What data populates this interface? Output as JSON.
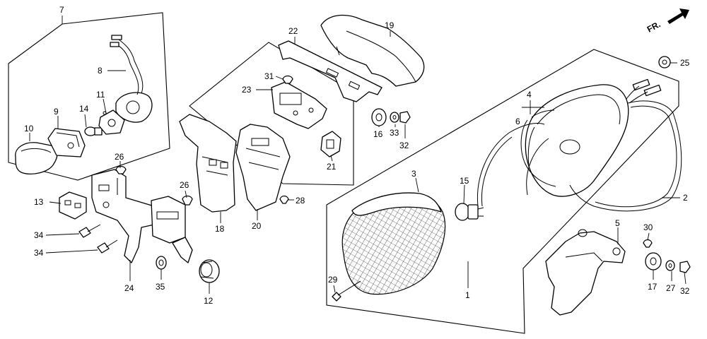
{
  "direction_label": "FR.",
  "part_numbers": {
    "p1": "1",
    "p2": "2",
    "p3": "3",
    "p4": "4",
    "p5": "5",
    "p6": "6",
    "p7": "7",
    "p8": "8",
    "p9": "9",
    "p10": "10",
    "p11": "11",
    "p12": "12",
    "p13": "13",
    "p14": "14",
    "p15": "15",
    "p16": "16",
    "p17": "17",
    "p18": "18",
    "p19": "19",
    "p20": "20",
    "p21": "21",
    "p22": "22",
    "p23": "23",
    "p24": "24",
    "p25": "25",
    "p26": "26",
    "p27": "27",
    "p28": "28",
    "p29": "29",
    "p30": "30",
    "p31": "31",
    "p32": "32",
    "p33": "33",
    "p34": "34",
    "p35": "35"
  }
}
